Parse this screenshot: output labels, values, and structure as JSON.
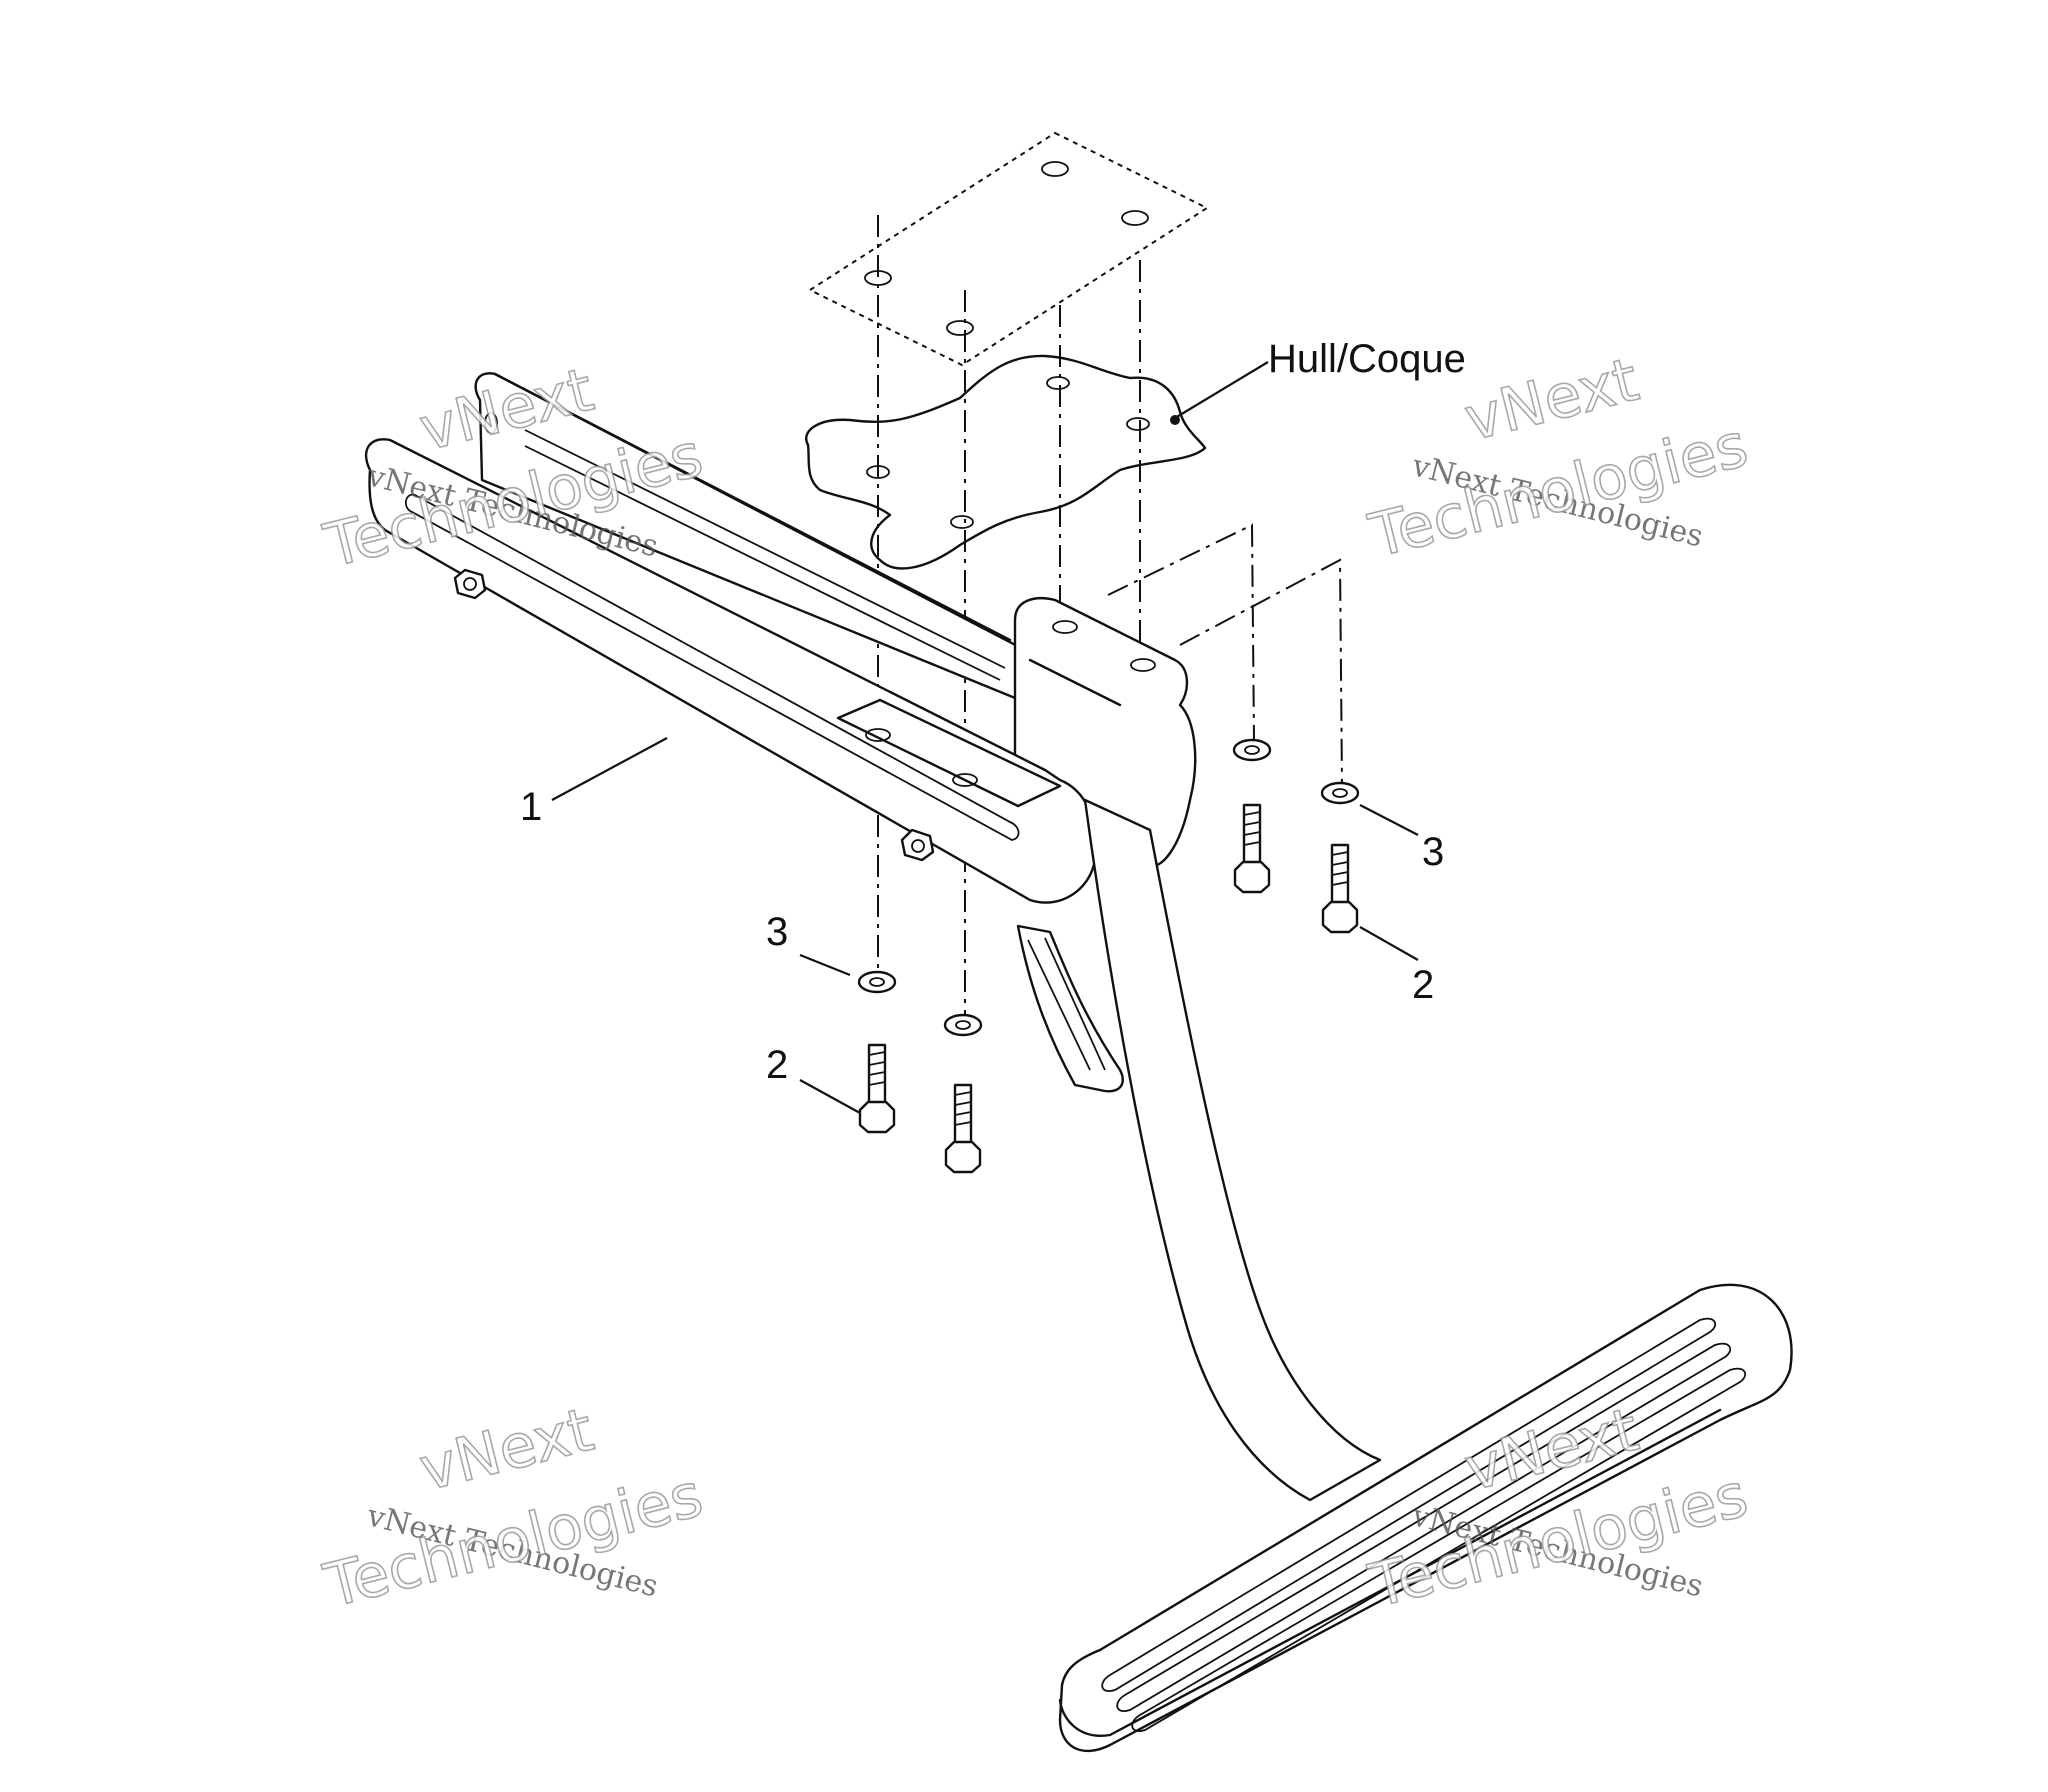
{
  "labels": {
    "hull": "Hull/Coque",
    "part_1": "1",
    "part_2_left": "2",
    "part_3_left": "3",
    "part_2_right": "2",
    "part_3_right": "3"
  },
  "watermarks": [
    {
      "brand": "vNext",
      "line": "vNext Technologies",
      "word": "Technologies"
    },
    {
      "brand": "vNext",
      "line": "vNext Technologies",
      "word": "Technologies"
    },
    {
      "brand": "vNext",
      "line": "vNext Technologies",
      "word": "Technologies"
    },
    {
      "brand": "vNext",
      "line": "vNext Technologies",
      "word": "Technologies"
    }
  ],
  "colors": {
    "line": "#111111",
    "background": "#ffffff",
    "watermark": "#9a9a9a"
  }
}
